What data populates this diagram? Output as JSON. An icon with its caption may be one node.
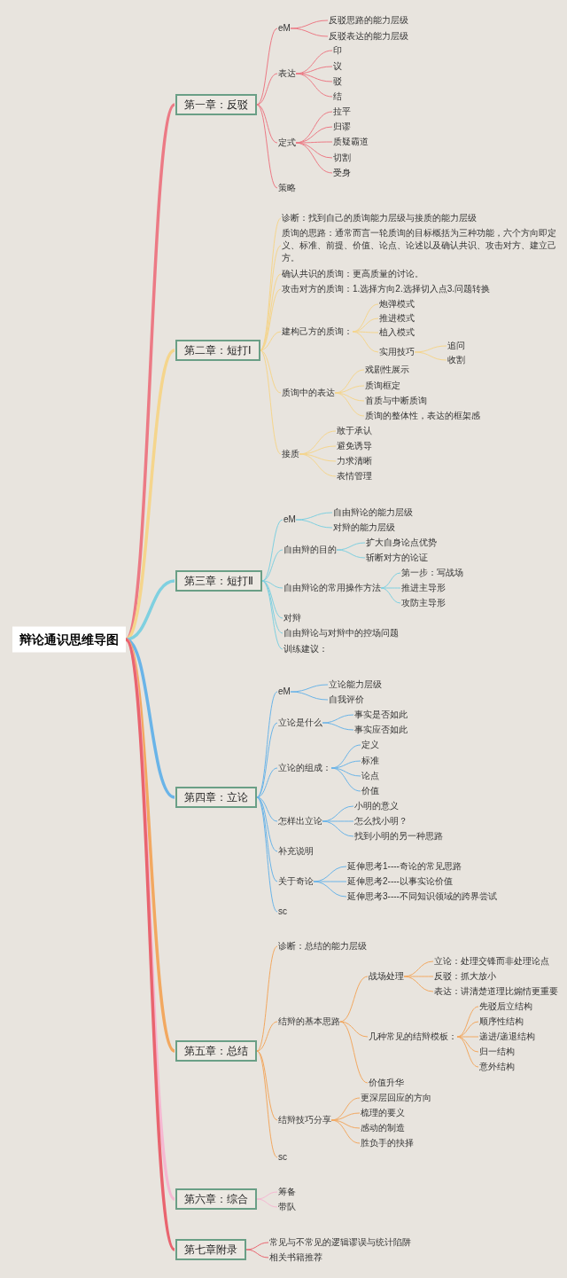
{
  "diagram": {
    "nodes": [
      {
        "text": [
          "辩论通识思维导图"
        ]
      },
      {
        "text": [
          "第一章：反驳"
        ]
      },
      {
        "text": [
          "eM"
        ]
      },
      {
        "text": [
          "反驳思路的能力层级"
        ]
      },
      {
        "text": [
          "反驳表达的能力层级"
        ]
      },
      {
        "text": [
          "表达"
        ]
      },
      {
        "text": [
          "印"
        ]
      },
      {
        "text": [
          "议"
        ]
      },
      {
        "text": [
          "驳"
        ]
      },
      {
        "text": [
          "结"
        ]
      },
      {
        "text": [
          "定式"
        ]
      },
      {
        "text": [
          "拉平"
        ]
      },
      {
        "text": [
          "归谬"
        ]
      },
      {
        "text": [
          "质疑霸道"
        ]
      },
      {
        "text": [
          "切割"
        ]
      },
      {
        "text": [
          "受身"
        ]
      },
      {
        "text": [
          "策略"
        ]
      },
      {
        "text": [
          "第二章：短打Ⅰ"
        ]
      },
      {
        "text": [
          "诊断：找到自己的质询能力层级与接质的能力层级"
        ]
      },
      {
        "text": [
          "质询的思路：通常而言一轮质询的目标概括为三种功能，六个方向即定义、标准、前提、价值、论点、论述以及确认共识、攻击对方、建立己方。"
        ]
      },
      {
        "text": [
          "确认共识的质询：更高质量的讨论。"
        ]
      },
      {
        "text": [
          "攻击对方的质询：1.选择方向2.选择切入点3.问题转换"
        ]
      },
      {
        "text": [
          "建构己方的质询："
        ]
      },
      {
        "text": [
          "炮弹模式"
        ]
      },
      {
        "text": [
          "推进模式"
        ]
      },
      {
        "text": [
          "植入模式"
        ]
      },
      {
        "text": [
          "实用技巧"
        ]
      },
      {
        "text": [
          "追问"
        ]
      },
      {
        "text": [
          "收割"
        ]
      },
      {
        "text": [
          "质询中的表达"
        ]
      },
      {
        "text": [
          "戏剧性展示"
        ]
      },
      {
        "text": [
          "质询框定"
        ]
      },
      {
        "text": [
          "首质与中断质询"
        ]
      },
      {
        "text": [
          "质询的整体性，表达的框架感"
        ]
      },
      {
        "text": [
          "接质"
        ]
      },
      {
        "text": [
          "敢于承认"
        ]
      },
      {
        "text": [
          "避免诱导"
        ]
      },
      {
        "text": [
          "力求清晰"
        ]
      },
      {
        "text": [
          "表情管理"
        ]
      },
      {
        "text": [
          "第三章：短打Ⅱ"
        ]
      },
      {
        "text": [
          "eM"
        ]
      },
      {
        "text": [
          "自由辩论的能力层级"
        ]
      },
      {
        "text": [
          "对辩的能力层级"
        ]
      },
      {
        "text": [
          "自由辩的目的"
        ]
      },
      {
        "text": [
          "扩大自身论点优势"
        ]
      },
      {
        "text": [
          "斩断对方的论证"
        ]
      },
      {
        "text": [
          "自由辩论的常用操作方法"
        ]
      },
      {
        "text": [
          "第一步：写战场"
        ]
      },
      {
        "text": [
          "推进主导形"
        ]
      },
      {
        "text": [
          "攻防主导形"
        ]
      },
      {
        "text": [
          "对辩"
        ]
      },
      {
        "text": [
          "自由辩论与对辩中的控场问题"
        ]
      },
      {
        "text": [
          "训练建议："
        ]
      },
      {
        "text": [
          "第四章：立论"
        ]
      },
      {
        "text": [
          "eM"
        ]
      },
      {
        "text": [
          "立论能力层级"
        ]
      },
      {
        "text": [
          "自我评价"
        ]
      },
      {
        "text": [
          "立论是什么"
        ]
      },
      {
        "text": [
          "事实是否如此"
        ]
      },
      {
        "text": [
          "事实应否如此"
        ]
      },
      {
        "text": [
          "立论的组成："
        ]
      },
      {
        "text": [
          "定义"
        ]
      },
      {
        "text": [
          "标准"
        ]
      },
      {
        "text": [
          "论点"
        ]
      },
      {
        "text": [
          "价值"
        ]
      },
      {
        "text": [
          "怎样出立论"
        ]
      },
      {
        "text": [
          "小明的意义"
        ]
      },
      {
        "text": [
          "怎么找小明？"
        ]
      },
      {
        "text": [
          "找到小明的另一种思路"
        ]
      },
      {
        "text": [
          "补充说明"
        ]
      },
      {
        "text": [
          "关于奇论"
        ]
      },
      {
        "text": [
          "延伸思考1----奇论的常见思路"
        ]
      },
      {
        "text": [
          "延伸思考2----以事实论价值"
        ]
      },
      {
        "text": [
          "延伸思考3----不同知识领域的跨界尝试"
        ]
      },
      {
        "text": [
          "sc"
        ]
      },
      {
        "text": [
          "第五章：总结"
        ]
      },
      {
        "text": [
          "诊断：总结的能力层级"
        ]
      },
      {
        "text": [
          "结辩的基本思路"
        ]
      },
      {
        "text": [
          "战场处理"
        ]
      },
      {
        "text": [
          "立论：处理交锋而非处理论点"
        ]
      },
      {
        "text": [
          "反驳：抓大放小"
        ]
      },
      {
        "text": [
          "表达：讲清楚道理比煽情更重要"
        ]
      },
      {
        "text": [
          "几种常见的结辩模板："
        ]
      },
      {
        "text": [
          "先驳后立结构"
        ]
      },
      {
        "text": [
          "顺序性结构"
        ]
      },
      {
        "text": [
          "递进/递退结构"
        ]
      },
      {
        "text": [
          "归一结构"
        ]
      },
      {
        "text": [
          "意外结构"
        ]
      },
      {
        "text": [
          "价值升华"
        ]
      },
      {
        "text": [
          "结辩技巧分享"
        ]
      },
      {
        "text": [
          "更深层回应的方向"
        ]
      },
      {
        "text": [
          "梳理的要义"
        ]
      },
      {
        "text": [
          "感动的制造"
        ]
      },
      {
        "text": [
          "胜负手的抉择"
        ]
      },
      {
        "text": [
          "sc"
        ]
      },
      {
        "text": [
          "第六章：综合"
        ]
      },
      {
        "text": [
          "筹备"
        ]
      },
      {
        "text": [
          "带队"
        ]
      },
      {
        "text": [
          "第七章附录"
        ]
      },
      {
        "text": [
          "常见与不常见的逻辑谬误与统计陷阱"
        ]
      },
      {
        "text": [
          "相关书籍推荐"
        ]
      }
    ],
    "edges": [
      {
        "from": 0,
        "to": 1,
        "arrow": "none",
        "style": "thick",
        "color": "#ec7a85"
      },
      {
        "from": 0,
        "to": 17,
        "arrow": "none",
        "style": "thick",
        "color": "#f5d58c"
      },
      {
        "from": 0,
        "to": 39,
        "arrow": "none",
        "style": "thick",
        "color": "#7fd0e0"
      },
      {
        "from": 0,
        "to": 53,
        "arrow": "none",
        "style": "thick",
        "color": "#6ab4e8"
      },
      {
        "from": 0,
        "to": 75,
        "arrow": "none",
        "style": "thick",
        "color": "#f2a860"
      },
      {
        "from": 0,
        "to": 95,
        "arrow": "none",
        "style": "thick",
        "color": "#f5b8d2"
      },
      {
        "from": 0,
        "to": 98,
        "arrow": "none",
        "style": "thick",
        "color": "#e9646f"
      },
      {
        "from": 1,
        "to": 2,
        "arrow": "none",
        "color": "#ec7a85"
      },
      {
        "from": 1,
        "to": 5,
        "arrow": "none",
        "color": "#ec7a85"
      },
      {
        "from": 1,
        "to": 10,
        "arrow": "none",
        "color": "#ec7a85"
      },
      {
        "from": 1,
        "to": 16,
        "arrow": "none",
        "color": "#ec7a85"
      },
      {
        "from": 2,
        "to": 3,
        "arrow": "none",
        "color": "#ec7a85"
      },
      {
        "from": 2,
        "to": 4,
        "arrow": "none",
        "color": "#ec7a85"
      },
      {
        "from": 5,
        "to": 6,
        "arrow": "none",
        "color": "#ec7a85"
      },
      {
        "from": 5,
        "to": 7,
        "arrow": "none",
        "color": "#ec7a85"
      },
      {
        "from": 5,
        "to": 8,
        "arrow": "none",
        "color": "#ec7a85"
      },
      {
        "from": 5,
        "to": 9,
        "arrow": "none",
        "color": "#ec7a85"
      },
      {
        "from": 10,
        "to": 11,
        "arrow": "none",
        "color": "#ec7a85"
      },
      {
        "from": 10,
        "to": 12,
        "arrow": "none",
        "color": "#ec7a85"
      },
      {
        "from": 10,
        "to": 13,
        "arrow": "none",
        "color": "#ec7a85"
      },
      {
        "from": 10,
        "to": 14,
        "arrow": "none",
        "color": "#ec7a85"
      },
      {
        "from": 10,
        "to": 15,
        "arrow": "none",
        "color": "#ec7a85"
      },
      {
        "from": 17,
        "to": 18,
        "arrow": "none",
        "color": "#f5d58c"
      },
      {
        "from": 17,
        "to": 19,
        "arrow": "none",
        "color": "#f5d58c"
      },
      {
        "from": 17,
        "to": 20,
        "arrow": "none",
        "color": "#f5d58c"
      },
      {
        "from": 17,
        "to": 21,
        "arrow": "none",
        "color": "#f5d58c"
      },
      {
        "from": 17,
        "to": 22,
        "arrow": "none",
        "color": "#f5d58c"
      },
      {
        "from": 17,
        "to": 29,
        "arrow": "none",
        "color": "#f5d58c"
      },
      {
        "from": 17,
        "to": 34,
        "arrow": "none",
        "color": "#f5d58c"
      },
      {
        "from": 22,
        "to": 23,
        "arrow": "none",
        "color": "#f5d58c"
      },
      {
        "from": 22,
        "to": 24,
        "arrow": "none",
        "color": "#f5d58c"
      },
      {
        "from": 22,
        "to": 25,
        "arrow": "none",
        "color": "#f5d58c"
      },
      {
        "from": 22,
        "to": 26,
        "arrow": "none",
        "color": "#f5d58c"
      },
      {
        "from": 26,
        "to": 27,
        "arrow": "none",
        "color": "#f5d58c"
      },
      {
        "from": 26,
        "to": 28,
        "arrow": "none",
        "color": "#f5d58c"
      },
      {
        "from": 29,
        "to": 30,
        "arrow": "none",
        "color": "#f5d58c"
      },
      {
        "from": 29,
        "to": 31,
        "arrow": "none",
        "color": "#f5d58c"
      },
      {
        "from": 29,
        "to": 32,
        "arrow": "none",
        "color": "#f5d58c"
      },
      {
        "from": 29,
        "to": 33,
        "arrow": "none",
        "color": "#f5d58c"
      },
      {
        "from": 34,
        "to": 35,
        "arrow": "none",
        "color": "#f5d58c"
      },
      {
        "from": 34,
        "to": 36,
        "arrow": "none",
        "color": "#f5d58c"
      },
      {
        "from": 34,
        "to": 37,
        "arrow": "none",
        "color": "#f5d58c"
      },
      {
        "from": 34,
        "to": 38,
        "arrow": "none",
        "color": "#f5d58c"
      },
      {
        "from": 39,
        "to": 40,
        "arrow": "none",
        "color": "#7fd0e0"
      },
      {
        "from": 39,
        "to": 43,
        "arrow": "none",
        "color": "#7fd0e0"
      },
      {
        "from": 39,
        "to": 46,
        "arrow": "none",
        "color": "#7fd0e0"
      },
      {
        "from": 39,
        "to": 50,
        "arrow": "none",
        "color": "#7fd0e0"
      },
      {
        "from": 39,
        "to": 51,
        "arrow": "none",
        "color": "#7fd0e0"
      },
      {
        "from": 39,
        "to": 52,
        "arrow": "none",
        "color": "#7fd0e0"
      },
      {
        "from": 40,
        "to": 41,
        "arrow": "none",
        "color": "#7fd0e0"
      },
      {
        "from": 40,
        "to": 42,
        "arrow": "none",
        "color": "#7fd0e0"
      },
      {
        "from": 43,
        "to": 44,
        "arrow": "none",
        "color": "#7fd0e0"
      },
      {
        "from": 43,
        "to": 45,
        "arrow": "none",
        "color": "#7fd0e0"
      },
      {
        "from": 46,
        "to": 47,
        "arrow": "none",
        "color": "#7fd0e0"
      },
      {
        "from": 46,
        "to": 48,
        "arrow": "none",
        "color": "#7fd0e0"
      },
      {
        "from": 46,
        "to": 49,
        "arrow": "none",
        "color": "#7fd0e0"
      },
      {
        "from": 53,
        "to": 54,
        "arrow": "none",
        "color": "#6ab4e8"
      },
      {
        "from": 53,
        "to": 57,
        "arrow": "none",
        "color": "#6ab4e8"
      },
      {
        "from": 53,
        "to": 60,
        "arrow": "none",
        "color": "#6ab4e8"
      },
      {
        "from": 53,
        "to": 65,
        "arrow": "none",
        "color": "#6ab4e8"
      },
      {
        "from": 53,
        "to": 69,
        "arrow": "none",
        "color": "#6ab4e8"
      },
      {
        "from": 53,
        "to": 70,
        "arrow": "none",
        "color": "#6ab4e8"
      },
      {
        "from": 53,
        "to": 74,
        "arrow": "none",
        "color": "#6ab4e8"
      },
      {
        "from": 54,
        "to": 55,
        "arrow": "none",
        "color": "#6ab4e8"
      },
      {
        "from": 54,
        "to": 56,
        "arrow": "none",
        "color": "#6ab4e8"
      },
      {
        "from": 57,
        "to": 58,
        "arrow": "none",
        "color": "#6ab4e8"
      },
      {
        "from": 57,
        "to": 59,
        "arrow": "none",
        "color": "#6ab4e8"
      },
      {
        "from": 60,
        "to": 61,
        "arrow": "none",
        "color": "#6ab4e8"
      },
      {
        "from": 60,
        "to": 62,
        "arrow": "none",
        "color": "#6ab4e8"
      },
      {
        "from": 60,
        "to": 63,
        "arrow": "none",
        "color": "#6ab4e8"
      },
      {
        "from": 60,
        "to": 64,
        "arrow": "none",
        "color": "#6ab4e8"
      },
      {
        "from": 65,
        "to": 66,
        "arrow": "none",
        "color": "#6ab4e8"
      },
      {
        "from": 65,
        "to": 67,
        "arrow": "none",
        "color": "#6ab4e8"
      },
      {
        "from": 65,
        "to": 68,
        "arrow": "none",
        "color": "#6ab4e8"
      },
      {
        "from": 70,
        "to": 71,
        "arrow": "none",
        "color": "#6ab4e8"
      },
      {
        "from": 70,
        "to": 72,
        "arrow": "none",
        "color": "#6ab4e8"
      },
      {
        "from": 70,
        "to": 73,
        "arrow": "none",
        "color": "#6ab4e8"
      },
      {
        "from": 75,
        "to": 76,
        "arrow": "none",
        "color": "#f2a860"
      },
      {
        "from": 75,
        "to": 77,
        "arrow": "none",
        "color": "#f2a860"
      },
      {
        "from": 75,
        "to": 89,
        "arrow": "none",
        "color": "#f2a860"
      },
      {
        "from": 75,
        "to": 94,
        "arrow": "none",
        "color": "#f2a860"
      },
      {
        "from": 77,
        "to": 78,
        "arrow": "none",
        "color": "#f2a860"
      },
      {
        "from": 77,
        "to": 82,
        "arrow": "none",
        "color": "#f2a860"
      },
      {
        "from": 77,
        "to": 88,
        "arrow": "none",
        "color": "#f2a860"
      },
      {
        "from": 78,
        "to": 79,
        "arrow": "none",
        "color": "#f2a860"
      },
      {
        "from": 78,
        "to": 80,
        "arrow": "none",
        "color": "#f2a860"
      },
      {
        "from": 78,
        "to": 81,
        "arrow": "none",
        "color": "#f2a860"
      },
      {
        "from": 82,
        "to": 83,
        "arrow": "none",
        "color": "#f2a860"
      },
      {
        "from": 82,
        "to": 84,
        "arrow": "none",
        "color": "#f2a860"
      },
      {
        "from": 82,
        "to": 85,
        "arrow": "none",
        "color": "#f2a860"
      },
      {
        "from": 82,
        "to": 86,
        "arrow": "none",
        "color": "#f2a860"
      },
      {
        "from": 82,
        "to": 87,
        "arrow": "none",
        "color": "#f2a860"
      },
      {
        "from": 89,
        "to": 90,
        "arrow": "none",
        "color": "#f2a860"
      },
      {
        "from": 89,
        "to": 91,
        "arrow": "none",
        "color": "#f2a860"
      },
      {
        "from": 89,
        "to": 92,
        "arrow": "none",
        "color": "#f2a860"
      },
      {
        "from": 89,
        "to": 93,
        "arrow": "none",
        "color": "#f2a860"
      },
      {
        "from": 95,
        "to": 96,
        "arrow": "none",
        "color": "#f5b8d2"
      },
      {
        "from": 95,
        "to": 97,
        "arrow": "none",
        "color": "#f5b8d2"
      },
      {
        "from": 98,
        "to": 99,
        "arrow": "none",
        "color": "#e9646f"
      },
      {
        "from": 98,
        "to": 100,
        "arrow": "none",
        "color": "#e9646f"
      }
    ]
  }
}
